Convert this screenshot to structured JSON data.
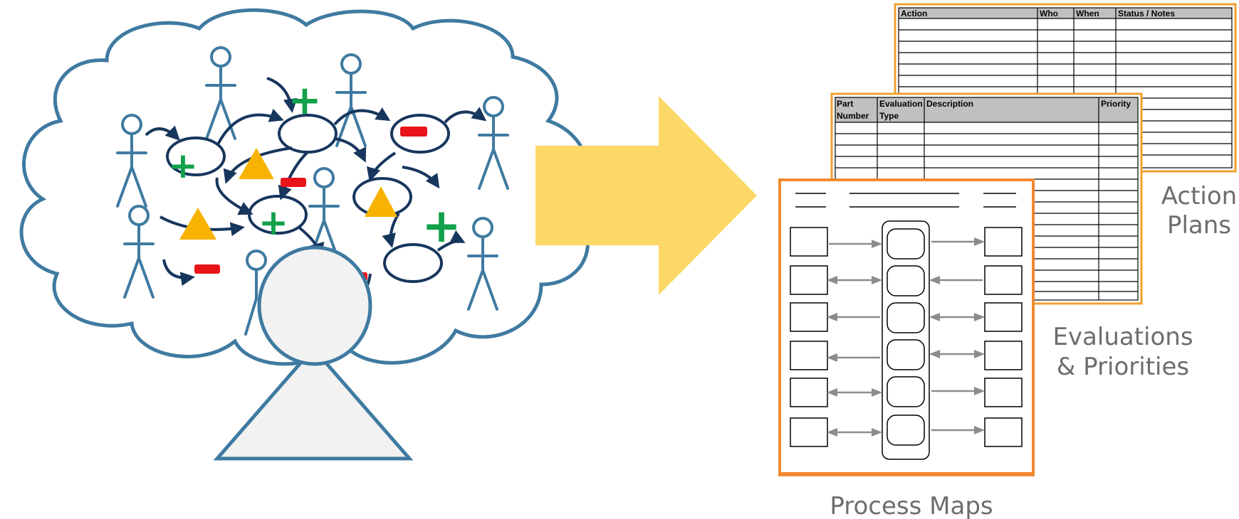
{
  "left_panel": {
    "symbols": {
      "plus": "+",
      "minus": "−"
    },
    "colors": {
      "person": "#3f7aa1",
      "arrow": "#17365d",
      "plus": "#12a14b",
      "minus": "#e8141a",
      "warning": "#f8b300",
      "cloud_fill": "#ffffff",
      "head_fill": "#f2f2f2"
    }
  },
  "transition_arrow": {
    "color": "#fcd866"
  },
  "documents": {
    "action_plans": {
      "headers": [
        "Action",
        "Who",
        "When",
        "Status / Notes"
      ],
      "caption_line1": "Action",
      "caption_line2": "Plans",
      "border_color": "#f0a030"
    },
    "evaluations": {
      "headers": [
        [
          "Part",
          "Number"
        ],
        [
          "Evaluation",
          "Type"
        ],
        [
          "Description",
          ""
        ],
        [
          "Priority",
          ""
        ]
      ],
      "caption_line1": "Evaluations",
      "caption_line2": "& Priorities",
      "border_color": "#f0a030"
    },
    "process_maps": {
      "caption": "Process Maps",
      "border_color": "#f08a30"
    }
  }
}
